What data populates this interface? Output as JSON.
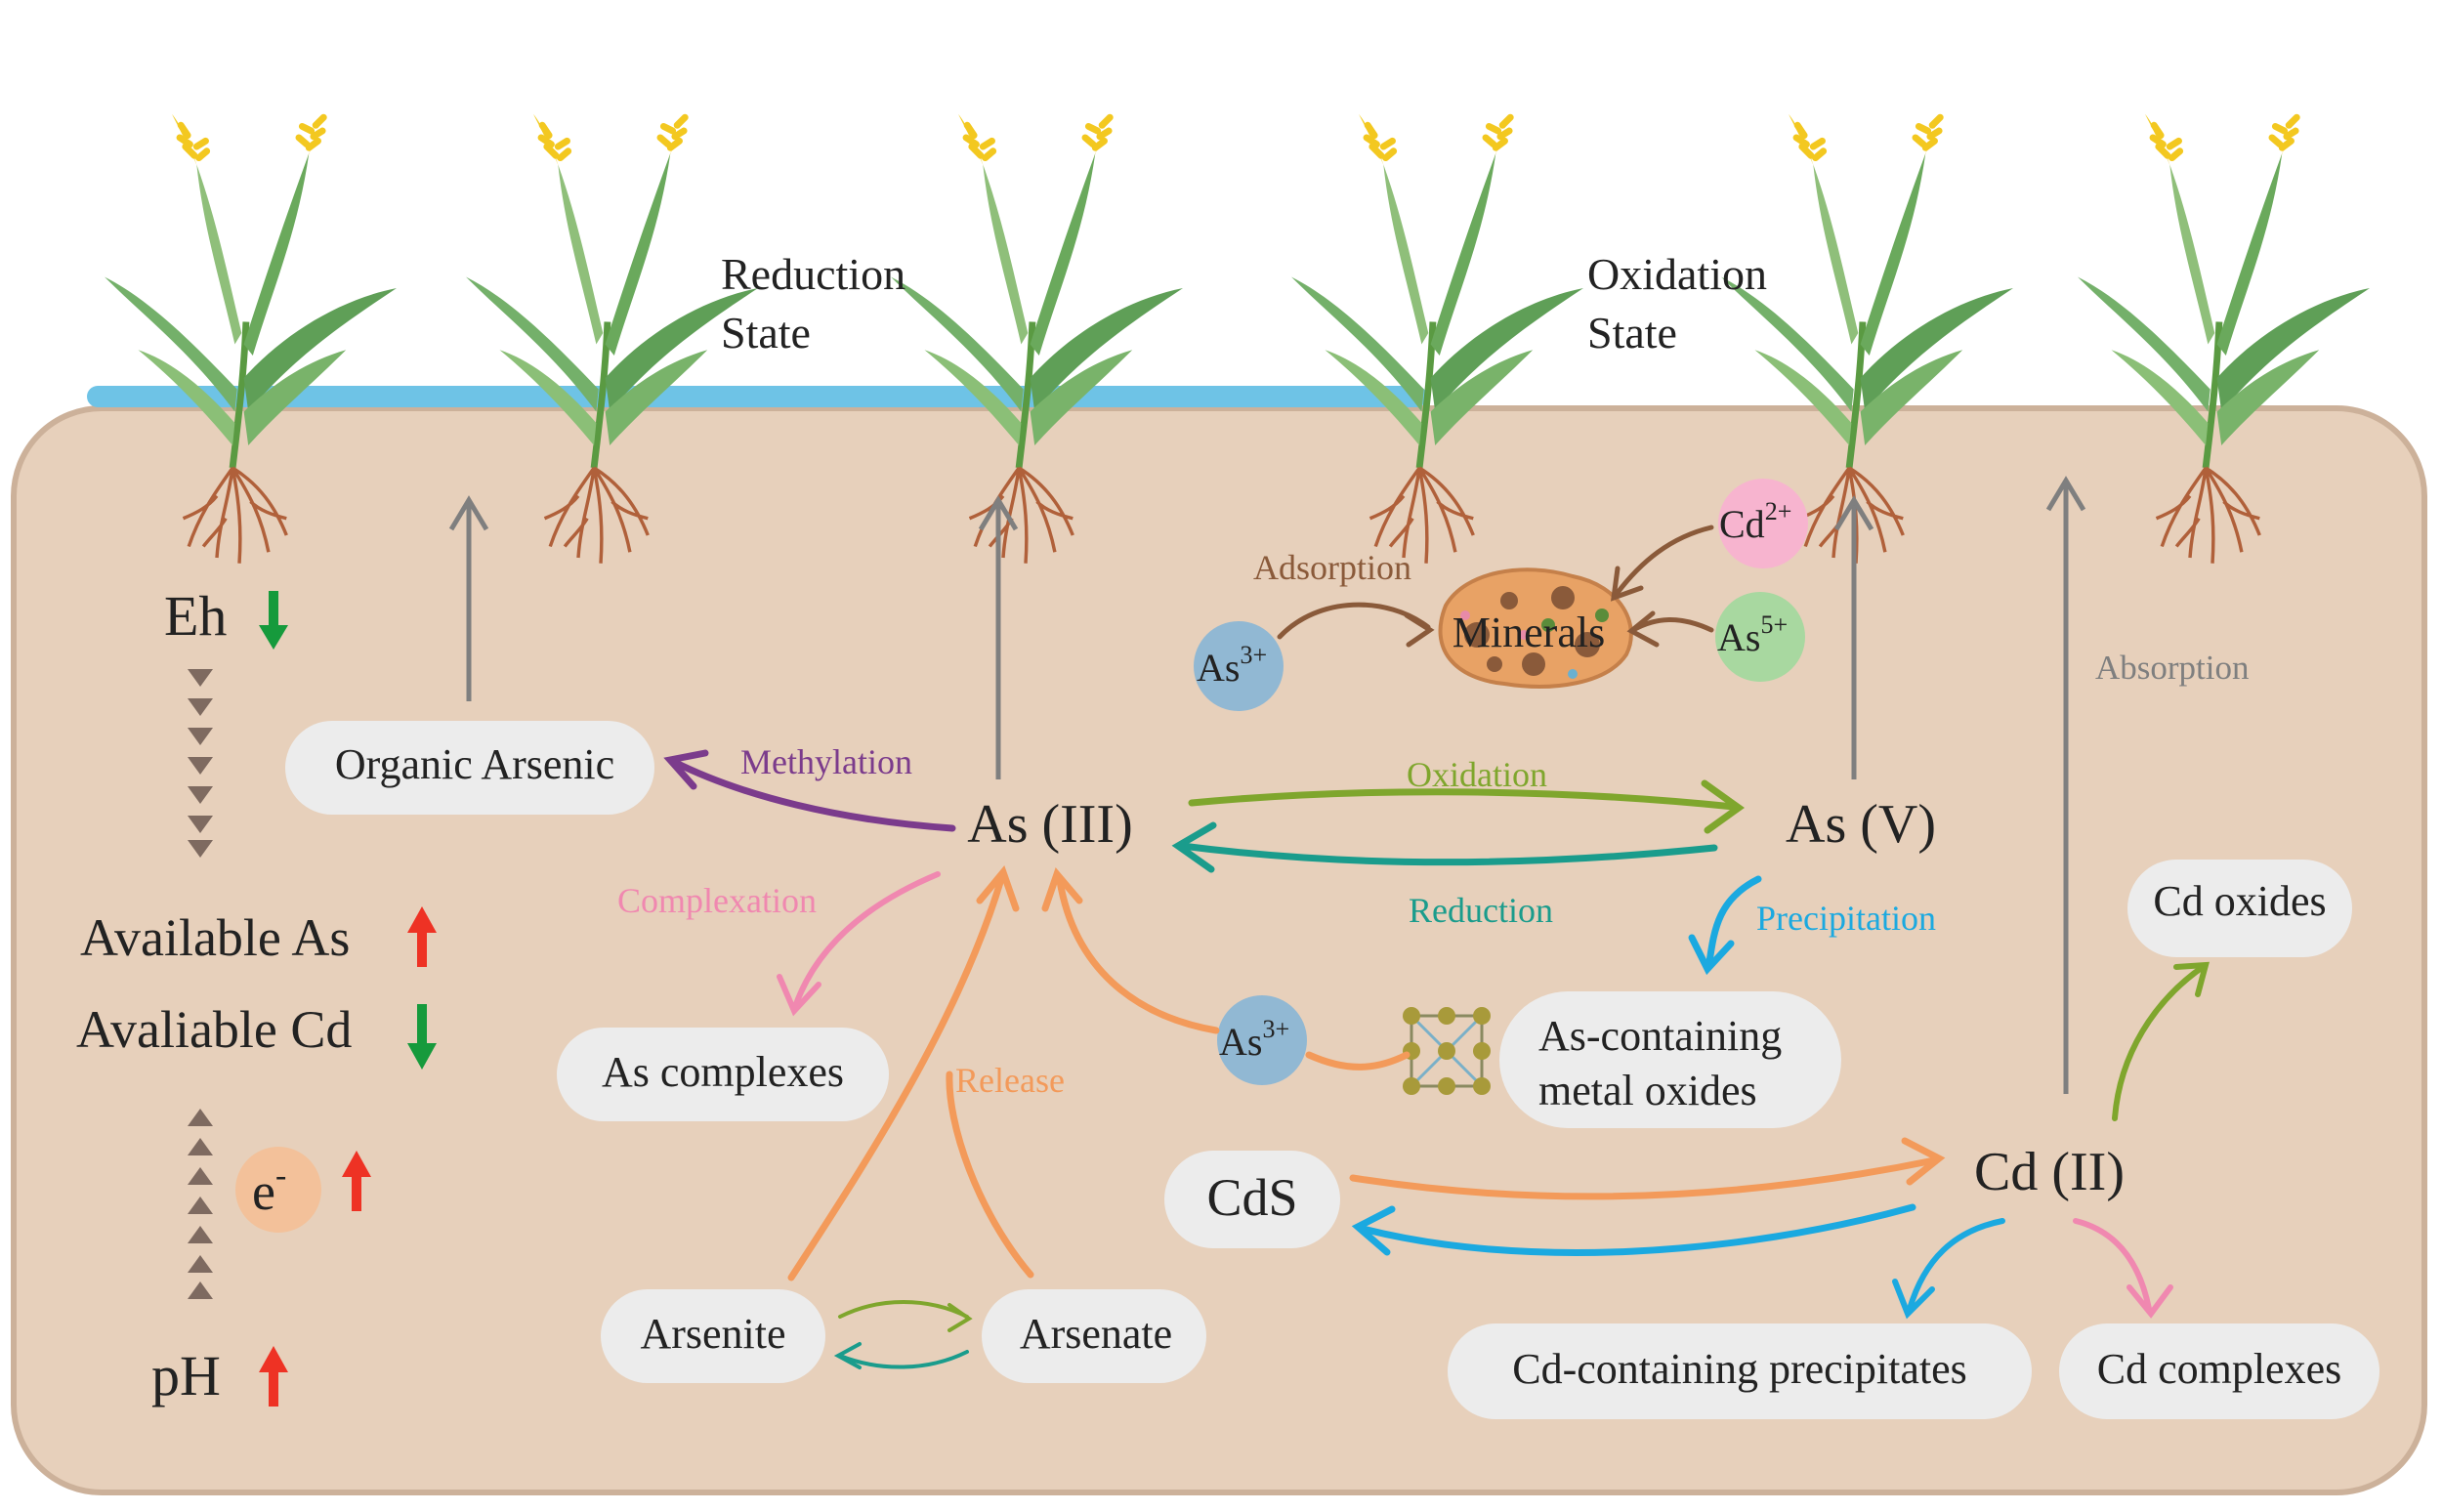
{
  "states": {
    "reduction": [
      "Reduction",
      "State"
    ],
    "oxidation": [
      "Oxidation",
      "State"
    ]
  },
  "side": {
    "eh": "Eh",
    "available_as": "Available As",
    "available_cd": "Avaliable Cd",
    "electron": "e",
    "electron_sup": "-",
    "ph": "pH"
  },
  "nodes": {
    "organic_arsenic": "Organic Arsenic",
    "as_iii": "As (III)",
    "as_v": "As (V)",
    "as_complexes": "As complexes",
    "arsenite": "Arsenite",
    "arsenate": "Arsenate",
    "as_metal_oxides": [
      "As-containing",
      "metal oxides"
    ],
    "cds": "CdS",
    "cd_ii": "Cd (II)",
    "cd_oxides": "Cd oxides",
    "cd_precipitates": "Cd-containing precipitates",
    "cd_complexes": "Cd complexes",
    "minerals": "Minerals"
  },
  "ions": {
    "as3_base": "As",
    "as3_sup": "3+",
    "cd2_base": "Cd",
    "cd2_sup": "2+",
    "as5_base": "As",
    "as5_sup": "5+"
  },
  "processes": {
    "methylation": "Methylation",
    "oxidation": "Oxidation",
    "reduction": "Reduction",
    "complexation": "Complexation",
    "release": "Release",
    "precipitation": "Precipitation",
    "adsorption": "Adsorption",
    "absorption": "Absorption"
  },
  "colors": {
    "soil": "#e7d0bb",
    "soil_border": "#ccb19a",
    "water": "#6ec3e6",
    "pill": "#ececec",
    "methylation": "#7b3b8c",
    "oxidation": "#7fa62d",
    "reduction": "#1a9c8c",
    "complexation": "#f088b0",
    "release": "#f39a5a",
    "precipitation": "#1ba9e0",
    "adsorption": "#8a5a3a",
    "absorption": "#7f7f7f",
    "up_red": "#ee3224",
    "down_green": "#169a3c",
    "chevron": "#7e6a60"
  }
}
